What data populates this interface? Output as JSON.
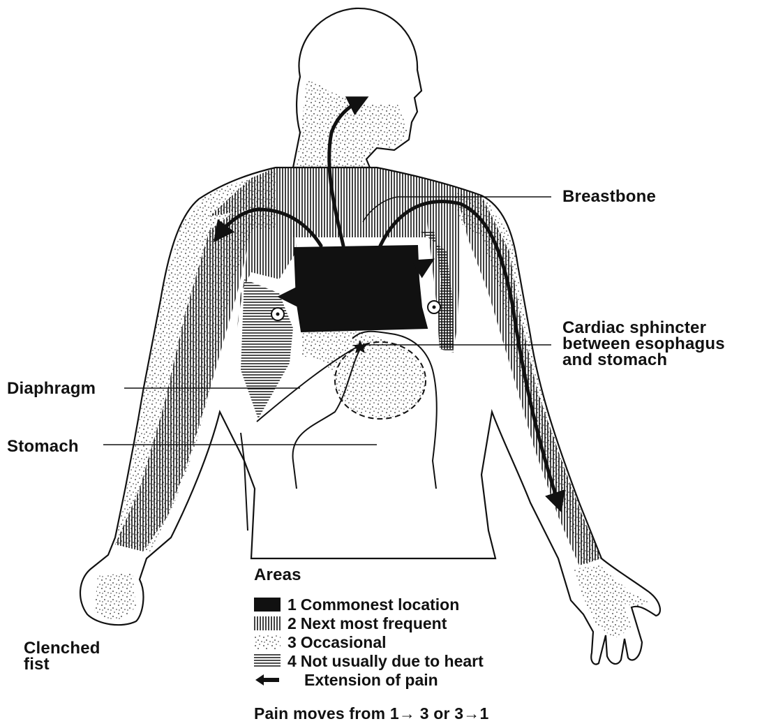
{
  "labels": {
    "breastbone": "Breastbone",
    "cardiac_line1": "Cardiac sphincter",
    "cardiac_line2": "between esophagus",
    "cardiac_line3": "and stomach",
    "diaphragm": "Diaphragm",
    "stomach": "Stomach",
    "fist_line1": "Clenched",
    "fist_line2": "fist"
  },
  "legend": {
    "title": "Areas",
    "items": [
      {
        "number": "1",
        "text": "Commonest location",
        "pattern": "solid"
      },
      {
        "number": "2",
        "text": "Next most frequent",
        "pattern": "vertical-lines"
      },
      {
        "number": "3",
        "text": "Occasional",
        "pattern": "dots"
      },
      {
        "number": "4",
        "text": "Not usually due to heart",
        "pattern": "horizontal-lines"
      },
      {
        "number": "",
        "text": "Extension of pain",
        "pattern": "arrow"
      }
    ]
  },
  "footnote": "Pain moves from 1→ 3 or 3→1",
  "colors": {
    "ink": "#111111",
    "background": "#ffffff"
  }
}
